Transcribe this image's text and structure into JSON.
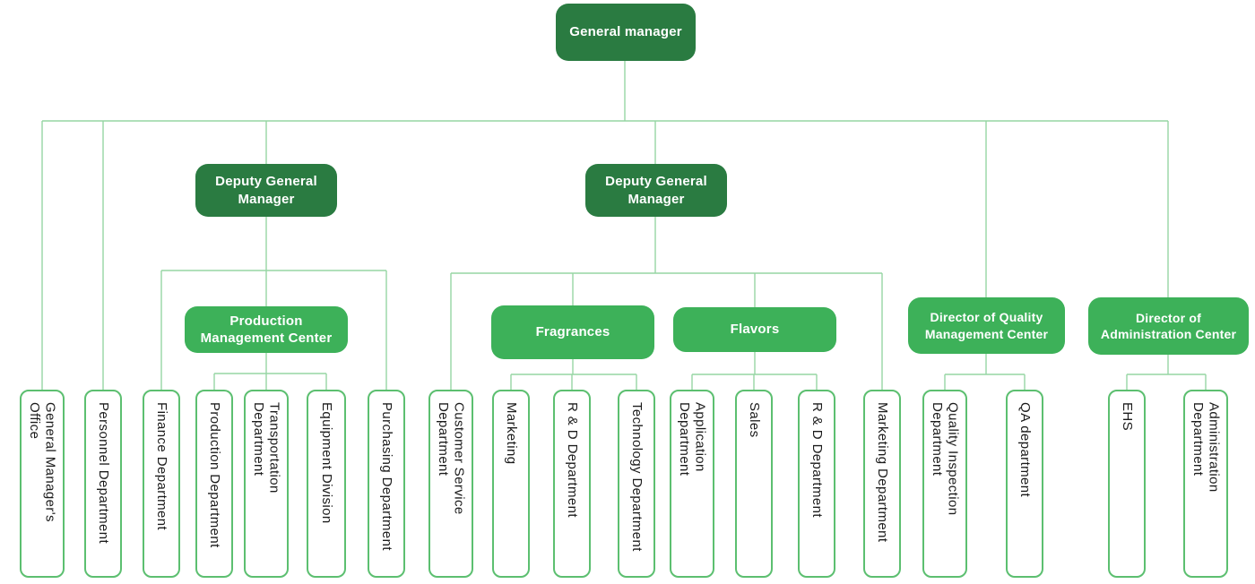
{
  "title": "Company organization chart",
  "colors": {
    "dark_green": "#2a7b41",
    "light_green": "#3db159",
    "line_green": "#96d5a4",
    "leaf_border": "#5cbf70",
    "text_ink": "#1b1b1b"
  },
  "nodes": {
    "general_manager": {
      "lines": [
        "General manager"
      ]
    },
    "deputy_left": {
      "lines": [
        "Deputy General",
        "Manager"
      ]
    },
    "deputy_right": {
      "lines": [
        "Deputy General",
        "Manager"
      ]
    },
    "production_mgmt_center": {
      "lines": [
        "Production",
        "Management Center"
      ]
    },
    "fragrances": {
      "lines": [
        "Fragrances"
      ]
    },
    "flavors": {
      "lines": [
        "Flavors"
      ]
    },
    "dir_quality_mgmt": {
      "lines": [
        "Director of Quality",
        "Management Center"
      ]
    },
    "dir_administration": {
      "lines": [
        "Director of",
        "Administration Center"
      ]
    }
  },
  "leaves": [
    {
      "lines": [
        "General Manager's",
        "Office"
      ]
    },
    {
      "lines": [
        "Personnel Department"
      ]
    },
    {
      "lines": [
        "Finance Department"
      ]
    },
    {
      "lines": [
        "Production Department"
      ]
    },
    {
      "lines": [
        "Transportation",
        "Department"
      ]
    },
    {
      "lines": [
        "Equipment Division"
      ]
    },
    {
      "lines": [
        "Purchasing Department"
      ]
    },
    {
      "lines": [
        "Customer Service",
        "Department"
      ]
    },
    {
      "lines": [
        "Marketing"
      ]
    },
    {
      "lines": [
        "R & D Department"
      ]
    },
    {
      "lines": [
        "Technology Department"
      ]
    },
    {
      "lines": [
        "Application",
        "Department"
      ]
    },
    {
      "lines": [
        "Sales"
      ]
    },
    {
      "lines": [
        "R & D Department"
      ]
    },
    {
      "lines": [
        "Marketing Department"
      ]
    },
    {
      "lines": [
        "Quality Inspection",
        "Department"
      ]
    },
    {
      "lines": [
        "QA department"
      ]
    },
    {
      "lines": [
        "EHS"
      ]
    },
    {
      "lines": [
        "Administration",
        "Department"
      ]
    }
  ]
}
